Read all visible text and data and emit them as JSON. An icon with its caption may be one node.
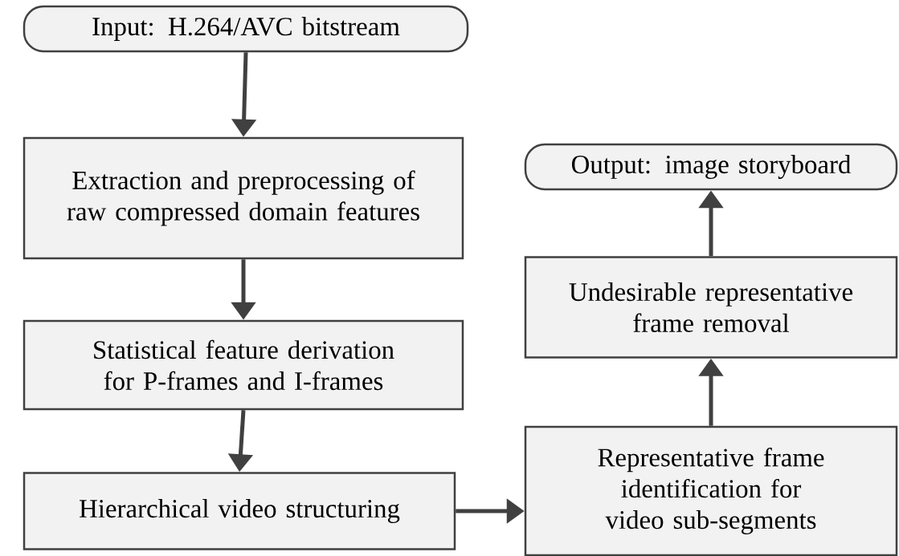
{
  "diagram": {
    "nodes": [
      {
        "text": [
          "Input: H.264/AVC bitstream"
        ]
      },
      {
        "text": [
          "Extraction and preprocessing of raw compressed domain features"
        ]
      },
      {
        "text": [
          "Statistical feature derivation for P-frames and I-frames"
        ]
      },
      {
        "text": [
          "Hierarchical video structuring"
        ]
      },
      {
        "text": [
          "Representative frame identification for video sub-segments"
        ]
      },
      {
        "text": [
          "Undesirable representative frame removal"
        ]
      },
      {
        "text": [
          "Output: image storyboard"
        ]
      }
    ],
    "edges": [
      {
        "from": 0,
        "to": 1,
        "arrow": "to"
      },
      {
        "from": 1,
        "to": 2,
        "arrow": "to"
      },
      {
        "from": 2,
        "to": 3,
        "arrow": "to"
      },
      {
        "from": 3,
        "to": 4,
        "arrow": "to"
      },
      {
        "from": 4,
        "to": 5,
        "arrow": "to"
      },
      {
        "from": 5,
        "to": 6,
        "arrow": "to"
      }
    ]
  }
}
